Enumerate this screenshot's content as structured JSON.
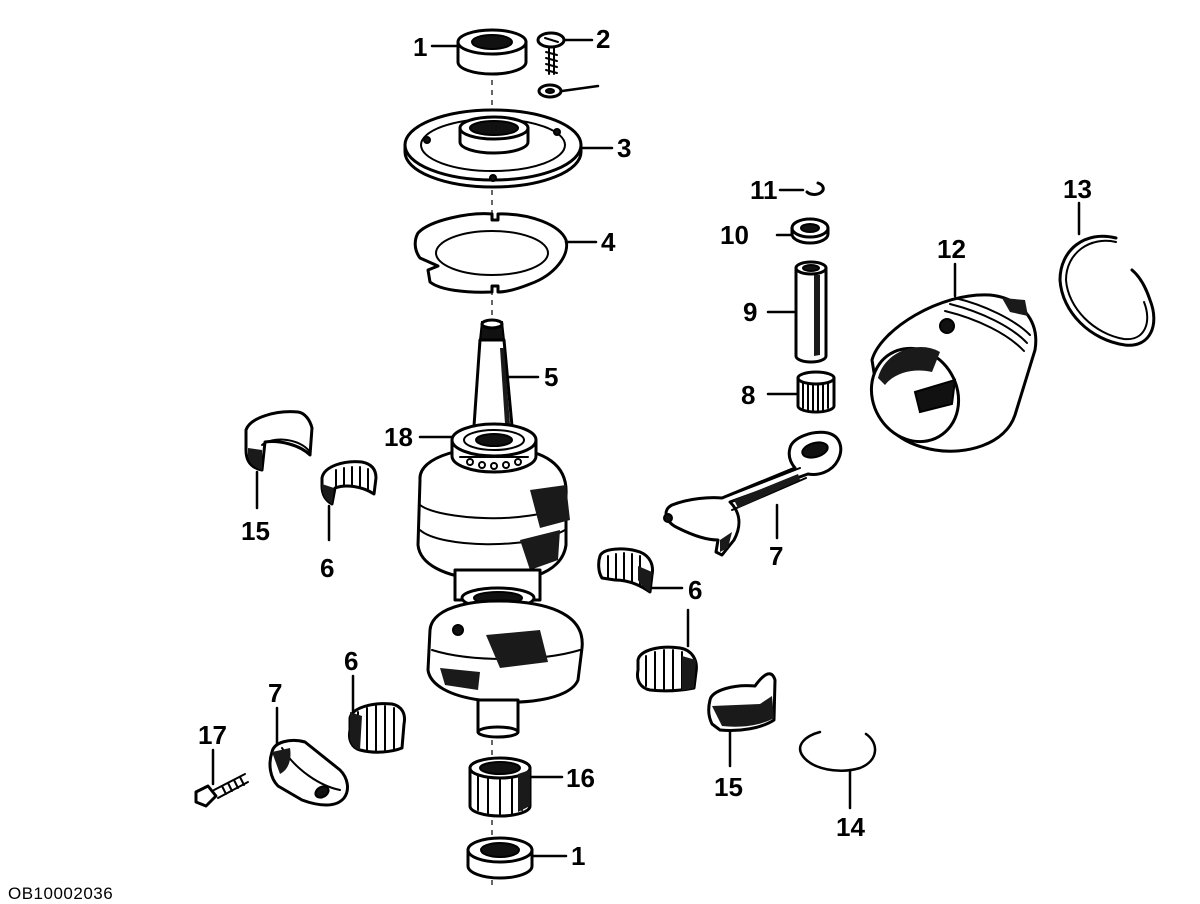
{
  "callouts": {
    "c1_top": "1",
    "c2": "2",
    "c3": "3",
    "c4": "4",
    "c5": "5",
    "c18": "18",
    "c11": "11",
    "c10": "10",
    "c9": "9",
    "c8": "8",
    "c12": "12",
    "c13": "13",
    "c15_left": "15",
    "c6_left": "6",
    "c7_right": "7",
    "c6_right": "6",
    "c6_lower": "6",
    "c7_lower": "7",
    "c17": "17",
    "c16": "16",
    "c15_right": "15",
    "c14": "14",
    "c1_bottom": "1"
  },
  "document_id": "OB10002036"
}
